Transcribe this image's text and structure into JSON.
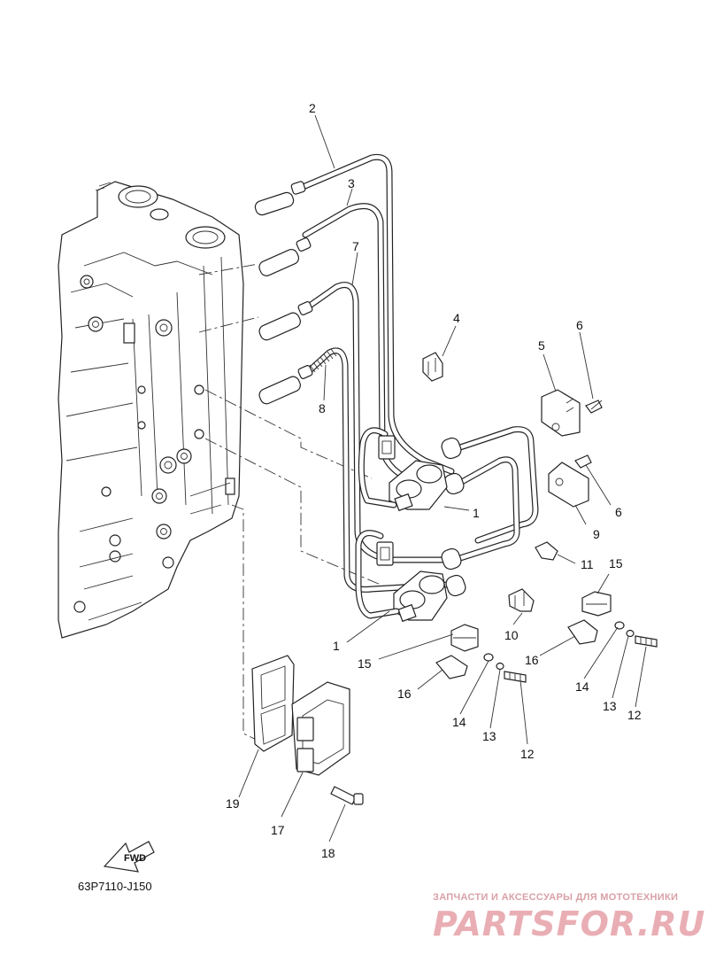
{
  "diagram": {
    "code": "63P7110-J150",
    "direction_label": "FWD",
    "callouts": [
      {
        "id": "c2",
        "text": "2"
      },
      {
        "id": "c3",
        "text": "3"
      },
      {
        "id": "c7",
        "text": "7"
      },
      {
        "id": "c8",
        "text": "8"
      },
      {
        "id": "c4",
        "text": "4"
      },
      {
        "id": "c5",
        "text": "5"
      },
      {
        "id": "c6a",
        "text": "6"
      },
      {
        "id": "c6b",
        "text": "6"
      },
      {
        "id": "c9",
        "text": "9"
      },
      {
        "id": "c1a",
        "text": "1"
      },
      {
        "id": "c11",
        "text": "11"
      },
      {
        "id": "c15a",
        "text": "15"
      },
      {
        "id": "c10",
        "text": "10"
      },
      {
        "id": "c1b",
        "text": "1"
      },
      {
        "id": "c15b",
        "text": "15"
      },
      {
        "id": "c16a",
        "text": "16"
      },
      {
        "id": "c16b",
        "text": "16"
      },
      {
        "id": "c14a",
        "text": "14"
      },
      {
        "id": "c14b",
        "text": "14"
      },
      {
        "id": "c13a",
        "text": "13"
      },
      {
        "id": "c13b",
        "text": "13"
      },
      {
        "id": "c12a",
        "text": "12"
      },
      {
        "id": "c12b",
        "text": "12"
      },
      {
        "id": "c19",
        "text": "19"
      },
      {
        "id": "c17",
        "text": "17"
      },
      {
        "id": "c18",
        "text": "18"
      }
    ]
  },
  "watermark": {
    "caption": "ЗАПЧАСТИ И АКСЕССУАРЫ ДЛЯ МОТОТЕХНИКИ",
    "brand": "PARTSFOR.RU",
    "color": "#e9aeb4"
  }
}
